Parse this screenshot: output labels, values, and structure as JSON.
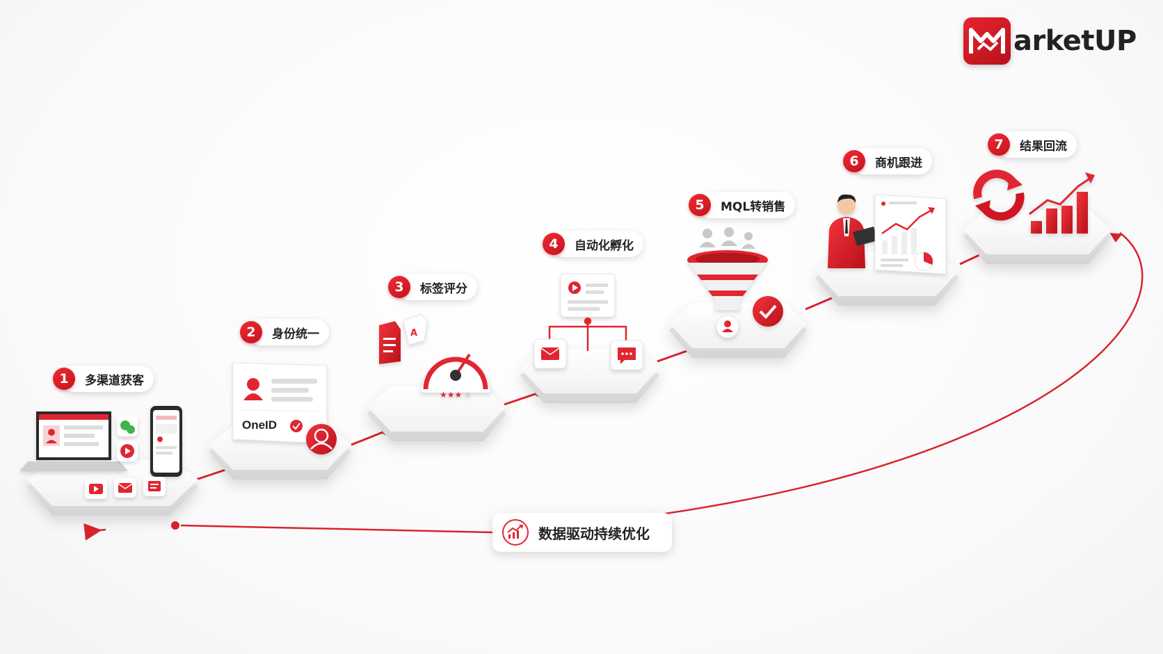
{
  "brand": {
    "logo_text": "arketUP",
    "accent": "#e02630"
  },
  "steps": [
    {
      "num": "1",
      "label": "多渠道获客"
    },
    {
      "num": "2",
      "label": "身份统一"
    },
    {
      "num": "3",
      "label": "标签评分"
    },
    {
      "num": "4",
      "label": "自动化孵化"
    },
    {
      "num": "5",
      "label": "MQL转销售"
    },
    {
      "num": "6",
      "label": "商机跟进"
    },
    {
      "num": "7",
      "label": "结果回流"
    }
  ],
  "oneid_label": "OneID",
  "loop": {
    "label": "数据驱动持续优化"
  }
}
